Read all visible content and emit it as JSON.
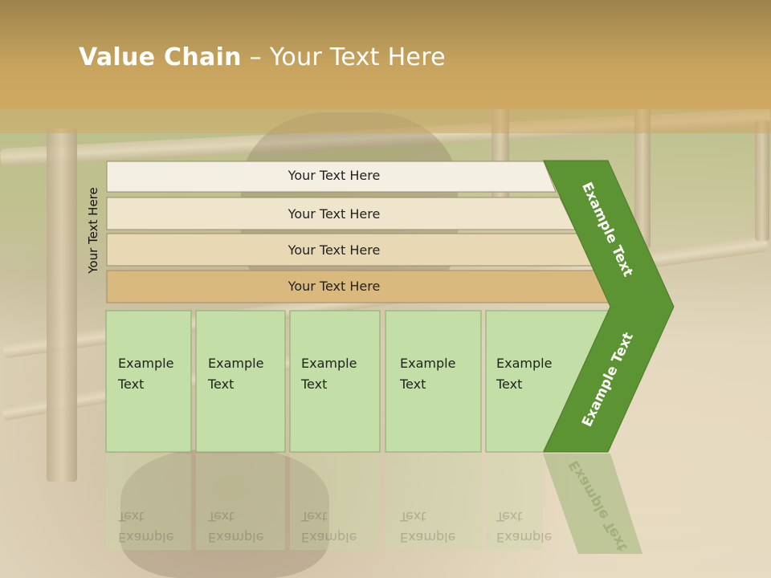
{
  "slide": {
    "title_bold": "Value Chain",
    "title_rest": " – Your Text Here",
    "side_label": "Your Text Here"
  },
  "bars": [
    {
      "label": "Your Text Here",
      "color": "#f4efe3"
    },
    {
      "label": "Your Text Here",
      "color": "#efe4cc"
    },
    {
      "label": "Your Text Here",
      "color": "#e8d8b4"
    },
    {
      "label": "Your Text Here",
      "color": "#d9b97d"
    }
  ],
  "columns": [
    {
      "line1": "Example",
      "line2": "Text"
    },
    {
      "line1": "Example",
      "line2": "Text"
    },
    {
      "line1": "Example",
      "line2": "Text"
    },
    {
      "line1": "Example",
      "line2": "Text"
    },
    {
      "line1": "Example",
      "line2": "Text"
    }
  ],
  "arrow": {
    "top_label": "Example Text",
    "bottom_label": "Example Text",
    "color": "#5c9433"
  },
  "colors": {
    "header": "#c7a45e",
    "column_fill": "#c3dea6",
    "arrow_fill": "#5c9433"
  }
}
